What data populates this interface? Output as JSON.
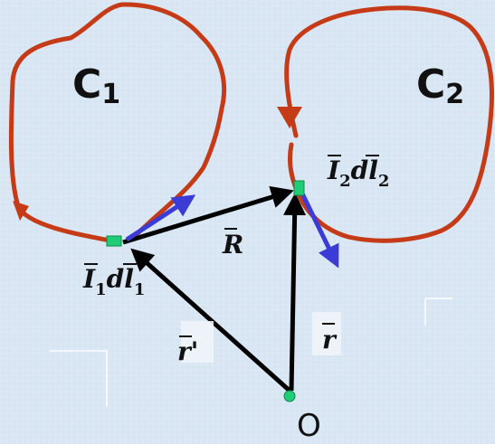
{
  "diagram": {
    "loops": [
      {
        "id": "C1",
        "label": "C",
        "subscript": "1"
      },
      {
        "id": "C2",
        "label": "C",
        "subscript": "2"
      }
    ],
    "current_elements": [
      {
        "id": "element1",
        "label_main": "I",
        "label_sub": "1",
        "label_mid": "dl",
        "label_sub2": "1"
      },
      {
        "id": "element2",
        "label_main": "I",
        "label_sub": "2",
        "label_mid": "dl",
        "label_sub2": "2"
      }
    ],
    "vectors": {
      "R": {
        "label": "R"
      },
      "r_prime": {
        "label": "r'"
      },
      "r": {
        "label": "r"
      }
    },
    "origin": {
      "label": "O"
    },
    "colors": {
      "background": "#d9e6f3",
      "loop": "#c63b17",
      "vector": "#000000",
      "direction": "#3b3bd6",
      "element": "#22cc77",
      "origin_dot": "#22cc77"
    }
  }
}
